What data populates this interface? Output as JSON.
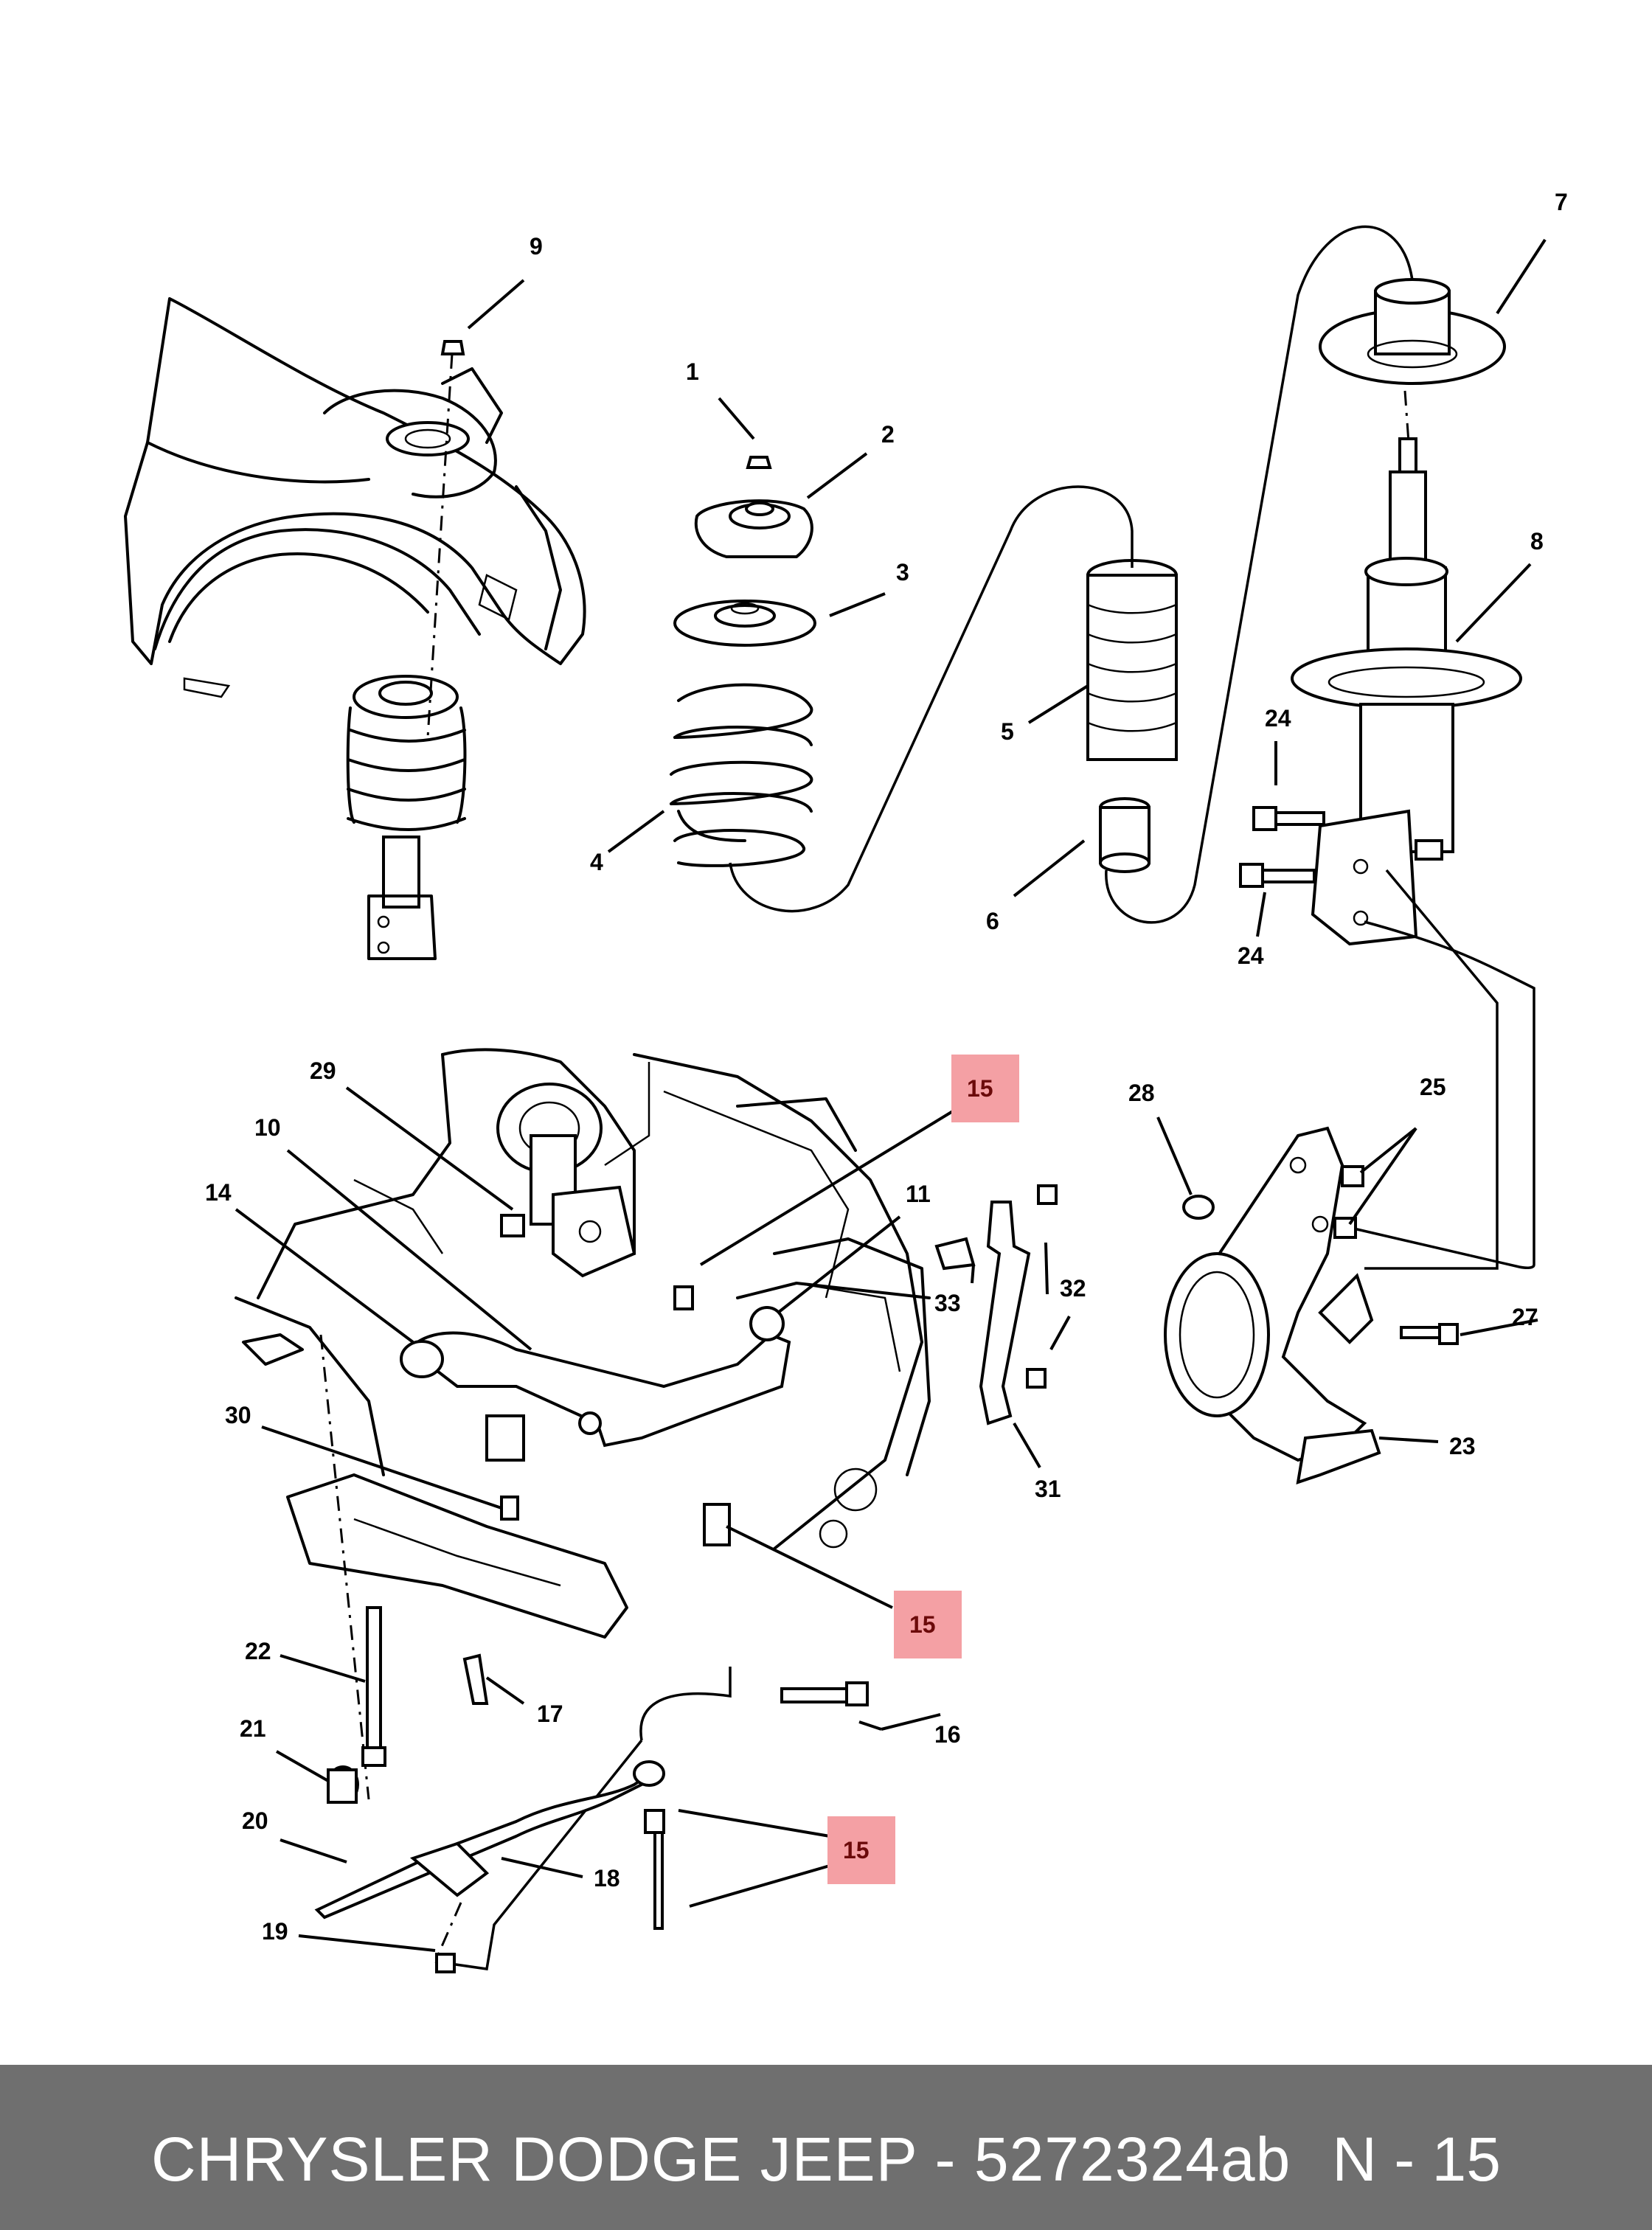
{
  "callouts": {
    "c1": "1",
    "c2": "2",
    "c3": "3",
    "c4": "4",
    "c5": "5",
    "c6": "6",
    "c7": "7",
    "c8": "8",
    "c9": "9",
    "c10": "10",
    "c11": "11",
    "c14": "14",
    "c15a": "15",
    "c15b": "15",
    "c15c": "15",
    "c16": "16",
    "c17": "17",
    "c18": "18",
    "c19": "19",
    "c20": "20",
    "c21": "21",
    "c22": "22",
    "c23": "23",
    "c24a": "24",
    "c24b": "24",
    "c25": "25",
    "c27": "27",
    "c28": "28",
    "c29": "29",
    "c30": "30",
    "c31": "31",
    "c32": "32",
    "c33": "33"
  },
  "highlight_color": "#f4a0a4",
  "footer": {
    "title": "CHRYSLER DODGE JEEP - 5272324ab",
    "page": "N - 15"
  }
}
